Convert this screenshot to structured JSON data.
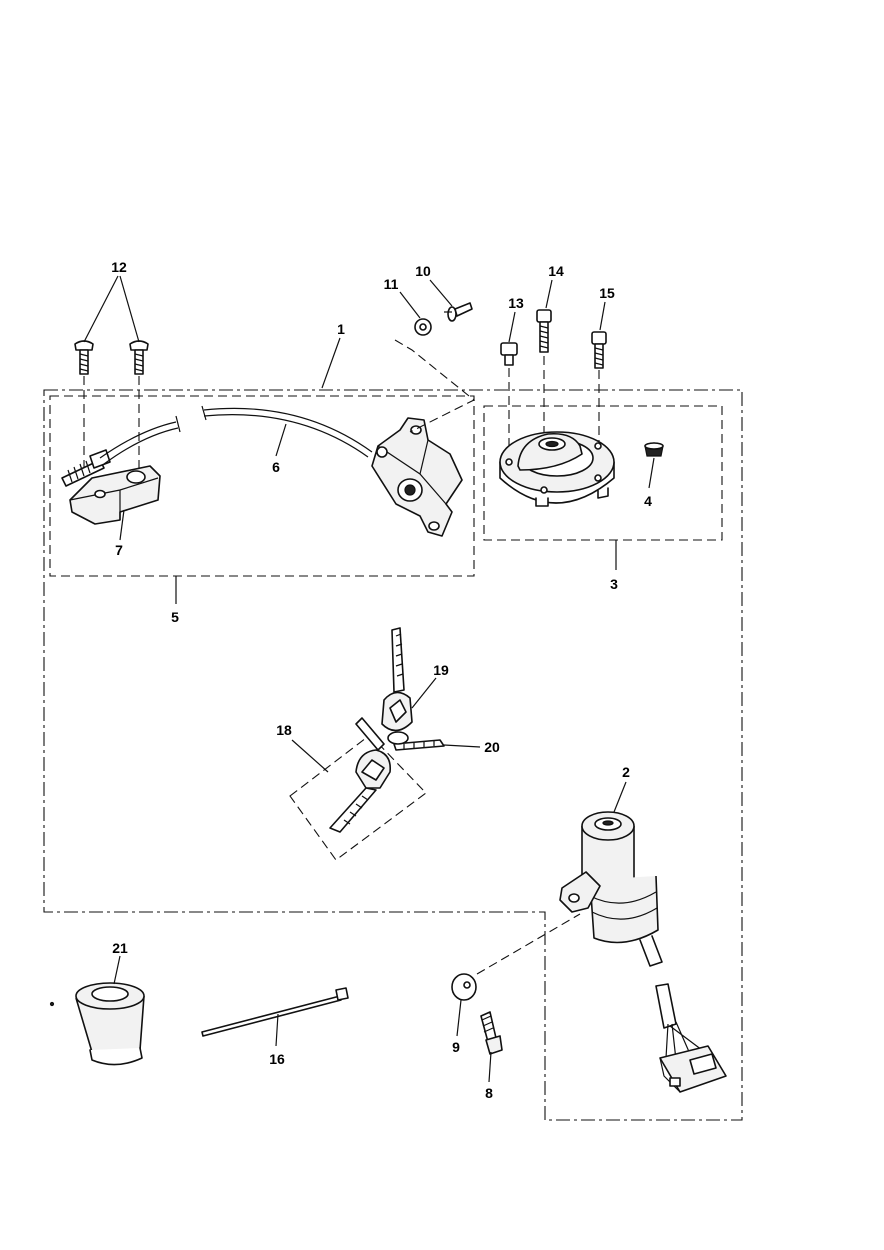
{
  "callouts": {
    "c1": "1",
    "c2": "2",
    "c3": "3",
    "c4": "4",
    "c5": "5",
    "c6": "6",
    "c7": "7",
    "c8": "8",
    "c9": "9",
    "c10": "10",
    "c11": "11",
    "c12": "12",
    "c13": "13",
    "c14": "14",
    "c15": "15",
    "c16": "16",
    "c18": "18",
    "c19": "19",
    "c20": "20",
    "c21": "21"
  },
  "parts": [
    {
      "ref": "1",
      "name": "lock-set-assembly-boundary"
    },
    {
      "ref": "2",
      "name": "ignition-switch"
    },
    {
      "ref": "3",
      "name": "fuel-cap-assembly"
    },
    {
      "ref": "4",
      "name": "fuel-cap-plug"
    },
    {
      "ref": "5",
      "name": "seat-lock-assembly"
    },
    {
      "ref": "6",
      "name": "seat-lock-cable"
    },
    {
      "ref": "7",
      "name": "seat-latch"
    },
    {
      "ref": "8",
      "name": "shear-bolt"
    },
    {
      "ref": "9",
      "name": "washer"
    },
    {
      "ref": "10",
      "name": "screw"
    },
    {
      "ref": "11",
      "name": "washer"
    },
    {
      "ref": "12",
      "name": "screws"
    },
    {
      "ref": "13",
      "name": "screw"
    },
    {
      "ref": "14",
      "name": "screw"
    },
    {
      "ref": "15",
      "name": "screw"
    },
    {
      "ref": "16",
      "name": "cable-tie"
    },
    {
      "ref": "18",
      "name": "key-set"
    },
    {
      "ref": "19",
      "name": "key"
    },
    {
      "ref": "20",
      "name": "key-blank"
    },
    {
      "ref": "21",
      "name": "boot"
    }
  ]
}
